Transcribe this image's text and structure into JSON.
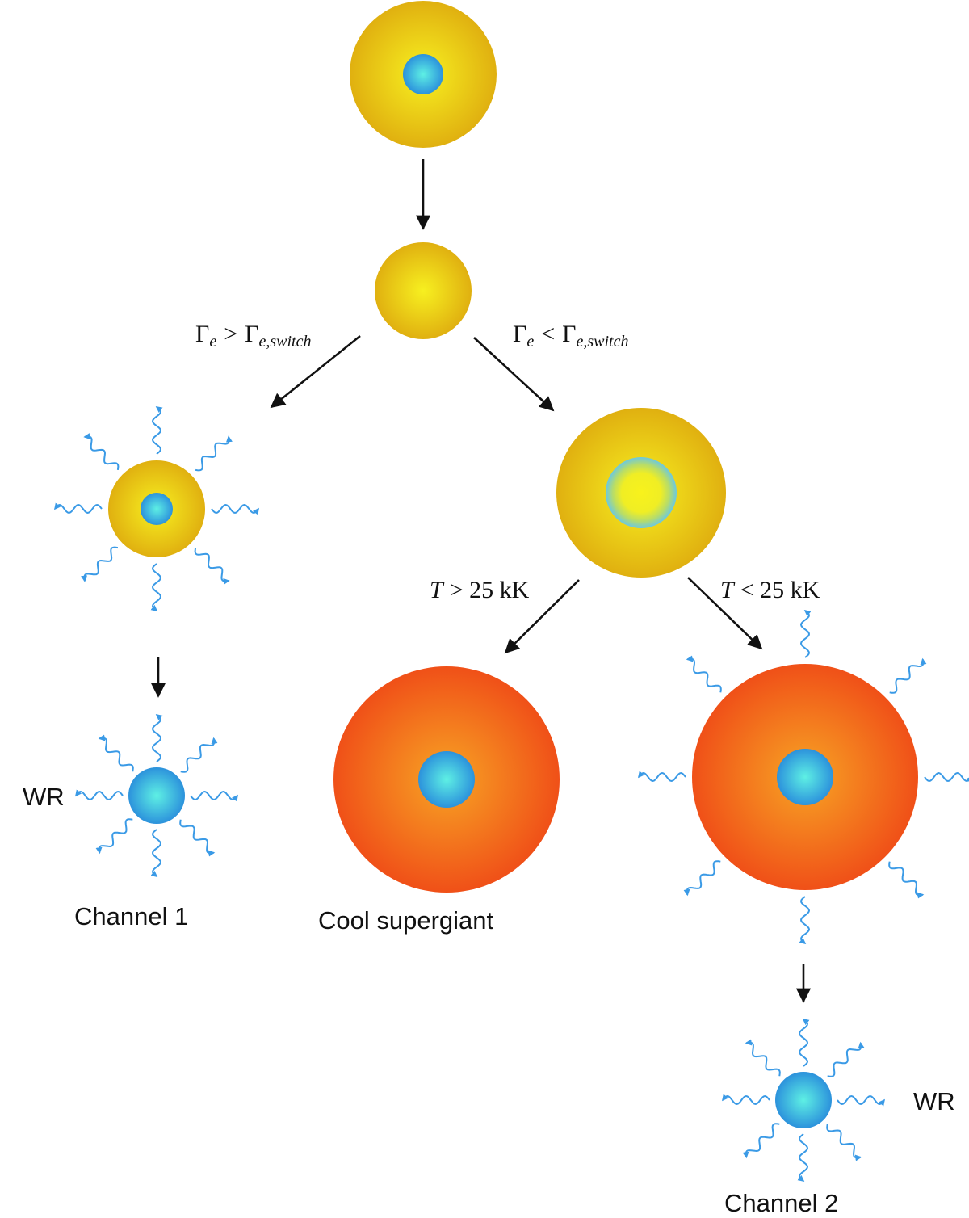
{
  "conditions": {
    "left_gamma": {
      "lhs": "Γ",
      "lhs_sub": "e",
      "op": ">",
      "rhs": "Γ",
      "rhs_sub": "e,switch"
    },
    "right_gamma": {
      "lhs": "Γ",
      "lhs_sub": "e",
      "op": "<",
      "rhs": "Γ",
      "rhs_sub": "e,switch"
    },
    "hot_temperature": {
      "symbol": "T",
      "rest": "> 25 kK"
    },
    "cool_temperature": {
      "symbol": "T",
      "rest": "< 25 kK"
    }
  },
  "labels": {
    "wr_left": "WR",
    "wr_right": "WR",
    "channel_1": "Channel 1",
    "channel_2": "Channel 2",
    "cool_supergiant": "Cool supergiant"
  },
  "colors": {
    "yellow_center": "#f7f020",
    "yellow_edge": "#e0b010",
    "orange_center": "#f7a424",
    "orange_edge": "#f05018",
    "core_center": "#5ef0e4",
    "core_edge": "#2c92dc",
    "wind": "#3a9ae6",
    "arrow": "#111111"
  }
}
